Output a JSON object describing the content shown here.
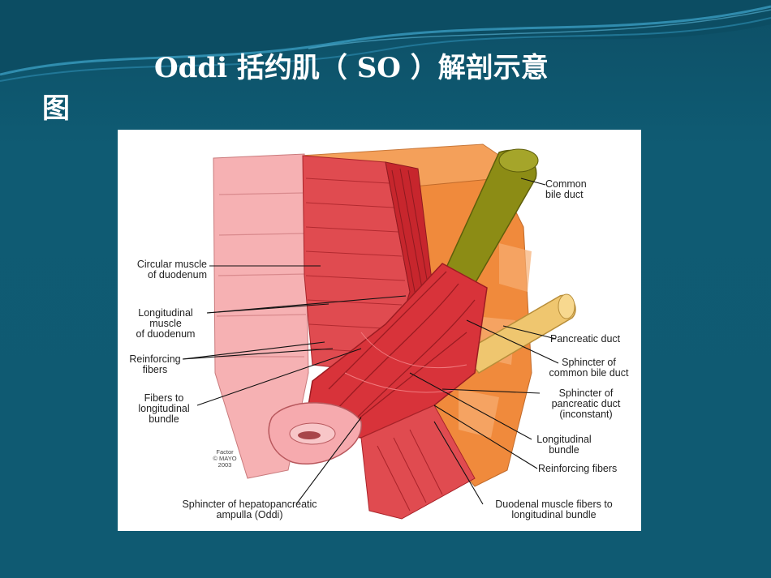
{
  "slide": {
    "title_line1": "Oddi 括约肌（ SO ）解剖示意",
    "title_line2": "图"
  },
  "colors": {
    "background": "#0f5b73",
    "muscle": "#d8333a",
    "muscle_dark": "#a81e24",
    "mucosa": "#f2a3a6",
    "fat": "#f5a15e",
    "bile_duct": "#8a8a14",
    "pancreatic_duct": "#efc66f"
  },
  "diagram": {
    "labels": {
      "common_bile_duct": "Common\nbile duct",
      "circular_muscle": "Circular muscle\nof duodenum",
      "longitudinal_muscle": "Longitudinal\nmuscle\nof duodenum",
      "reinforcing_fibers_left": "Reinforcing\nfibers",
      "fibers_to_bundle": "Fibers to\nlongitudinal\nbundle",
      "pancreatic_duct": "Pancreatic duct",
      "sphincter_cbd": "Sphincter of\ncommon bile duct",
      "sphincter_pd": "Sphincter of\npancreatic duct\n(inconstant)",
      "longitudinal_bundle": "Longitudinal\nbundle",
      "reinforcing_fibers_right": "Reinforcing fibers",
      "sphincter_oddi": "Sphincter of hepatopancreatic\nampulla (Oddi)",
      "duodenal_fibers": "Duodenal muscle fibers to\nlongitudinal bundle"
    },
    "credit": "Factor\n© MAYO\n2003"
  }
}
